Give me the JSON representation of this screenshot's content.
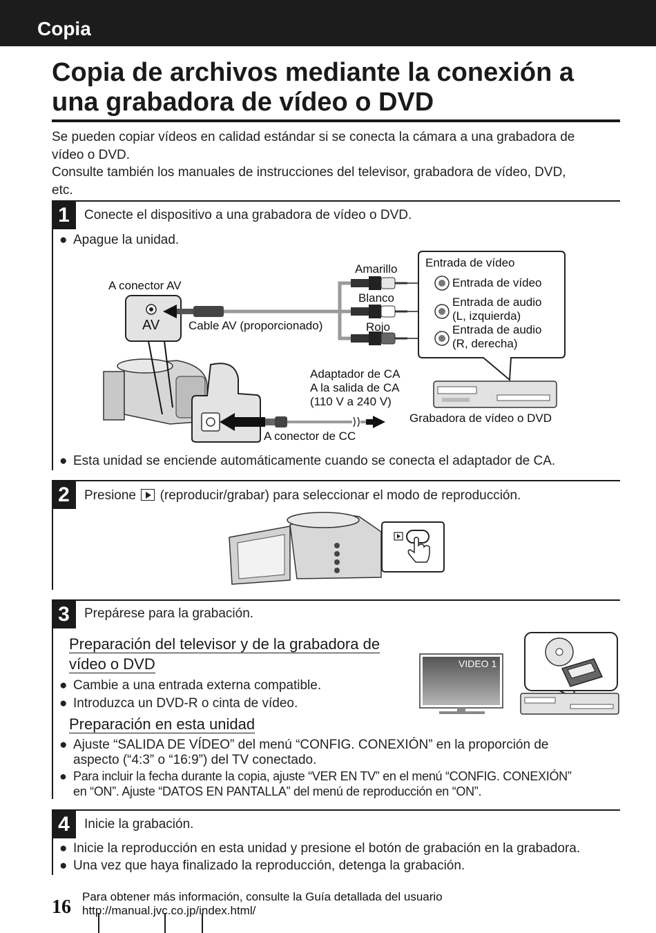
{
  "header": {
    "section": "Copia"
  },
  "title": {
    "line1": "Copia de archivos mediante la conexión a",
    "line2": "una grabadora de vídeo o DVD"
  },
  "intro": {
    "line1": "Se pueden copiar vídeos en calidad estándar si se conecta la cámara a una grabadora de",
    "line2": "vídeo o DVD.",
    "line3": "Consulte también los manuales de instrucciones del televisor, grabadora de vídeo, DVD,",
    "line4": "etc."
  },
  "step1": {
    "number": "1",
    "text": "Conecte el dispositivo a una grabadora de vídeo o DVD.",
    "bullet_top": "Apague la unidad.",
    "bullet_bottom": "Esta unidad se enciende automáticamente cuando se conecta el adaptador de CA.",
    "diagram": {
      "av_connector": "A conector AV",
      "av_port": "AV",
      "av_cable": "Cable AV (proporcionado)",
      "yellow": "Amarillo",
      "white": "Blanco",
      "red": "Rojo",
      "box_title": "Entrada de vídeo",
      "video_in": "Entrada de vídeo",
      "audio_l_1": "Entrada de audio",
      "audio_l_2": "(L, izquierda)",
      "audio_r_1": "Entrada de audio",
      "audio_r_2": "(R, derecha)",
      "ac_adapter": "Adaptador de CA",
      "ac_outlet": "A la salida de CA",
      "ac_voltage": "(110 V a 240 V)",
      "recorder": "Grabadora de vídeo o DVD",
      "dc_connector": "A conector de CC"
    }
  },
  "step2": {
    "number": "2",
    "text_before": "Presione",
    "text_after": "(reproducir/grabar) para seleccionar el modo de reproducción."
  },
  "step3": {
    "number": "3",
    "text": "Prepárese para la grabación.",
    "tv_heading_1": "Preparación del televisor y de la grabadora de",
    "tv_heading_2": "vídeo o DVD",
    "tv_bullet_1": "Cambie a una entrada externa compatible.",
    "tv_bullet_2": "Introduzca un DVD-R o cinta de vídeo.",
    "tv_screen_label": "VIDEO 1",
    "unit_heading": "Preparación en esta unidad",
    "unit_bullet_1a": "Ajuste “SALIDA DE VÍDEO” del menú “CONFIG. CONEXIÓN” en la proporción de",
    "unit_bullet_1b": "aspecto (“4:3” o “16:9”) del TV conectado.",
    "unit_bullet_2a": "Para incluir la fecha durante la copia, ajuste “VER EN TV” en el menú “CONFIG. CONEXIÓN”",
    "unit_bullet_2b": "en “ON”. Ajuste “DATOS EN PANTALLA” del menú de reproducción en “ON”."
  },
  "step4": {
    "number": "4",
    "text": "Inicie la grabación.",
    "bullet_1": "Inicie la reproducción en esta unidad y presione el botón de grabación en la grabadora.",
    "bullet_2": "Una vez que haya finalizado la reproducción, detenga la grabación."
  },
  "footer": {
    "page_number": "16",
    "line1": "Para obtener más información, consulte la Guía detallada del usuario",
    "line2": "http://manual.jvc.co.jp/index.html/"
  },
  "bullet_symbol": "●",
  "colors": {
    "header_bg": "#1c1c1c",
    "text": "#111111",
    "cable_gray": "#9a9a9a"
  }
}
